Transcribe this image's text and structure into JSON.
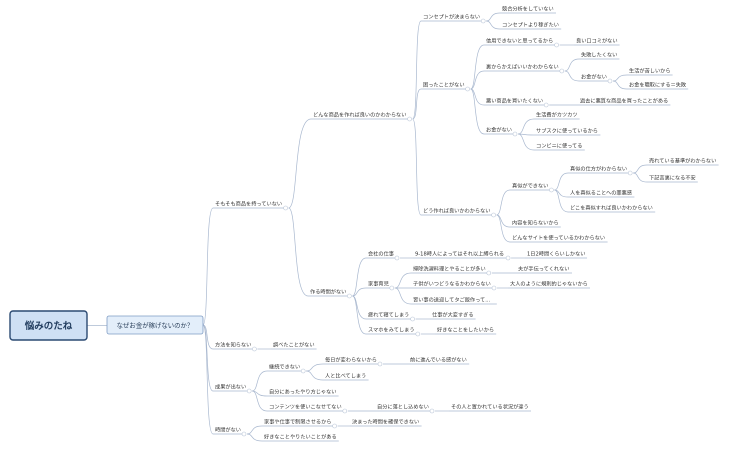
{
  "root": {
    "label": "悩みのたね",
    "fill": "#cfe0f4",
    "stroke": "#2b4a72"
  },
  "level1": {
    "label": "なぜお金が稼げないのか？",
    "fill": "#e3eefa",
    "stroke": "#7f9cc4"
  },
  "nodes": [
    {
      "id": "n1",
      "label": "そもそも商品を持っていない",
      "parent": "l1"
    },
    {
      "id": "n1a",
      "label": "どんな商品を作れば良いのかわからない",
      "parent": "n1"
    },
    {
      "id": "n1a1",
      "label": "コンセプトが決まらない",
      "parent": "n1a"
    },
    {
      "id": "n1a1a",
      "label": "競合分析をしていない",
      "parent": "n1a1"
    },
    {
      "id": "n1a1b",
      "label": "コンセプトより稼ぎたい",
      "parent": "n1a1"
    },
    {
      "id": "n1a2",
      "label": "困ったことがない",
      "parent": "n1a"
    },
    {
      "id": "n1a2a",
      "label": "信用できないと思ってるから",
      "parent": "n1a2"
    },
    {
      "id": "n1a2a1",
      "label": "良い口コミがない",
      "parent": "n1a2a"
    },
    {
      "id": "n1a2b",
      "label": "裏からかえばいいかわからない",
      "parent": "n1a2"
    },
    {
      "id": "n1a2b1",
      "label": "失敗したくない",
      "parent": "n1a2b"
    },
    {
      "id": "n1a2b2",
      "label": "お金がない",
      "parent": "n1a2b"
    },
    {
      "id": "n1a2b2a",
      "label": "生活が苦しいから",
      "parent": "n1a2b2"
    },
    {
      "id": "n1a2b2b",
      "label": "お金を職取にする＝失敗",
      "parent": "n1a2b2"
    },
    {
      "id": "n1a2c",
      "label": "悪い商品を買いたくない",
      "parent": "n1a2"
    },
    {
      "id": "n1a2c1",
      "label": "過去に悪質な商品を買ったことがある",
      "parent": "n1a2c"
    },
    {
      "id": "n1a2d",
      "label": "お金がない",
      "parent": "n1a2"
    },
    {
      "id": "n1a2d1",
      "label": "生活費がカツカツ",
      "parent": "n1a2d"
    },
    {
      "id": "n1a2d2",
      "label": "サブスクに使っているから",
      "parent": "n1a2d"
    },
    {
      "id": "n1a2d3",
      "label": "コンビニに使ってる",
      "parent": "n1a2d"
    },
    {
      "id": "n1a3",
      "label": "どう作れば良いかわからない",
      "parent": "n1a"
    },
    {
      "id": "n1a3a",
      "label": "真似ができない",
      "parent": "n1a3"
    },
    {
      "id": "n1a3a1",
      "label": "真似の仕方がわからない",
      "parent": "n1a3a"
    },
    {
      "id": "n1a3a1a",
      "label": "売れている基準がわからない",
      "parent": "n1a3a1"
    },
    {
      "id": "n1a3a1b",
      "label": "下記言裏になる不安",
      "parent": "n1a3a1"
    },
    {
      "id": "n1a3a2",
      "label": "人を真似ることへの罪悪感",
      "parent": "n1a3a"
    },
    {
      "id": "n1a3a3",
      "label": "どこを真似すれば良いかわからない",
      "parent": "n1a3a"
    },
    {
      "id": "n1a3b",
      "label": "内容を知らないから",
      "parent": "n1a3"
    },
    {
      "id": "n1a3c",
      "label": "どんなサイトを使っているかわからない",
      "parent": "n1a3"
    },
    {
      "id": "n1b",
      "label": "作る時間がない",
      "parent": "n1"
    },
    {
      "id": "n1b1",
      "label": "会社の仕事",
      "parent": "n1b"
    },
    {
      "id": "n1b1a",
      "label": "9-18時人によってはそれ以上縛られる",
      "parent": "n1b1"
    },
    {
      "id": "n1b1a1",
      "label": "1日2時間くらいしかない",
      "parent": "n1b1a"
    },
    {
      "id": "n1b2",
      "label": "家事育児",
      "parent": "n1b"
    },
    {
      "id": "n1b2a",
      "label": "掃除洗濯料理とやることが多い",
      "parent": "n1b2"
    },
    {
      "id": "n1b2a1",
      "label": "夫が手伝ってくれない",
      "parent": "n1b2a"
    },
    {
      "id": "n1b2b",
      "label": "子供がいつどうなるかわからない",
      "parent": "n1b2"
    },
    {
      "id": "n1b2b1",
      "label": "大人のように規則的じゃないから",
      "parent": "n1b2b"
    },
    {
      "id": "n1b2c",
      "label": "習い事の送迎してタご飯作って...",
      "parent": "n1b2"
    },
    {
      "id": "n1b3",
      "label": "疲れて寝てしまう",
      "parent": "n1b"
    },
    {
      "id": "n1b3a",
      "label": "仕事が大変すぎる",
      "parent": "n1b3"
    },
    {
      "id": "n1b4",
      "label": "スマホをみてしまう",
      "parent": "n1b"
    },
    {
      "id": "n1b4a",
      "label": "好きなことをしたいから",
      "parent": "n1b4"
    },
    {
      "id": "n2",
      "label": "方法を知らない",
      "parent": "l1"
    },
    {
      "id": "n2a",
      "label": "調べたことがない",
      "parent": "n2"
    },
    {
      "id": "n3",
      "label": "成果が出ない",
      "parent": "l1"
    },
    {
      "id": "n3a",
      "label": "継続できない",
      "parent": "n3"
    },
    {
      "id": "n3a1",
      "label": "毎日が変わらないから",
      "parent": "n3a"
    },
    {
      "id": "n3a1a",
      "label": "前に進んでいる感がない",
      "parent": "n3a1"
    },
    {
      "id": "n3a2",
      "label": "人と比べてしまう",
      "parent": "n3a"
    },
    {
      "id": "n3b",
      "label": "自分にあったやり方じゃない",
      "parent": "n3"
    },
    {
      "id": "n3c",
      "label": "コンテンツを使いこなせてない",
      "parent": "n3"
    },
    {
      "id": "n3c1",
      "label": "自分に落とし込めない",
      "parent": "n3c"
    },
    {
      "id": "n3c1a",
      "label": "その人と置かれている状況が違う",
      "parent": "n3c1"
    },
    {
      "id": "n4",
      "label": "時間がない",
      "parent": "l1"
    },
    {
      "id": "n4a",
      "label": "家事や仕事で制限させるから",
      "parent": "n4"
    },
    {
      "id": "n4a1",
      "label": "決まった時間を確保できない",
      "parent": "n4a"
    },
    {
      "id": "n4b",
      "label": "好きなことやりたいことがある",
      "parent": "n4"
    }
  ]
}
